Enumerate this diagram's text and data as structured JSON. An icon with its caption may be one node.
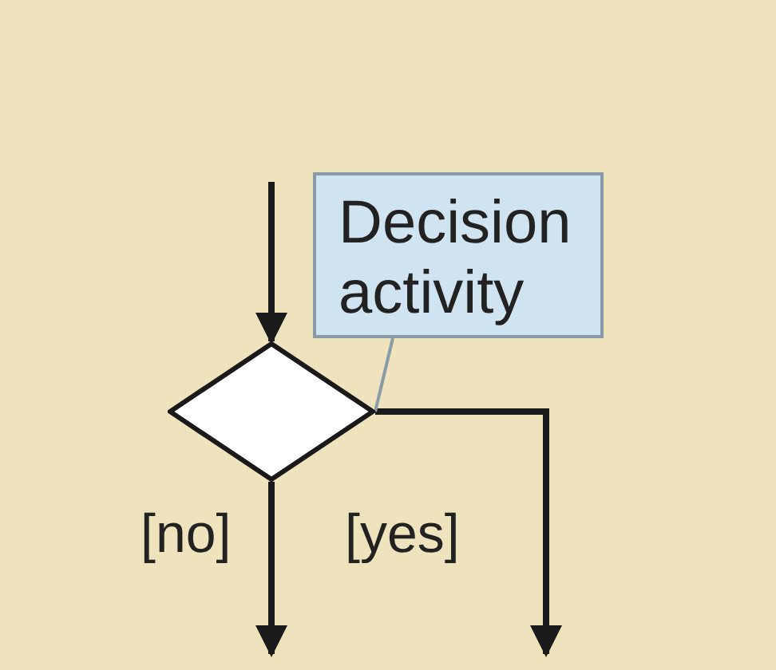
{
  "diagram": {
    "nodes": [
      {
        "text": [
          "Decision activity"
        ]
      },
      {
        "text": [],
        "shape": "diamond"
      }
    ],
    "edges": [
      {
        "from": null,
        "to": 1,
        "arrow": "to"
      },
      {
        "from": 1,
        "to": null,
        "arrow": "to",
        "label": "[no]"
      },
      {
        "from": 1,
        "to": null,
        "arrow": "to",
        "label": "[yes]"
      },
      {
        "from": 0,
        "to": 1,
        "arrow": "none",
        "color": "#8a9aa6"
      }
    ]
  }
}
